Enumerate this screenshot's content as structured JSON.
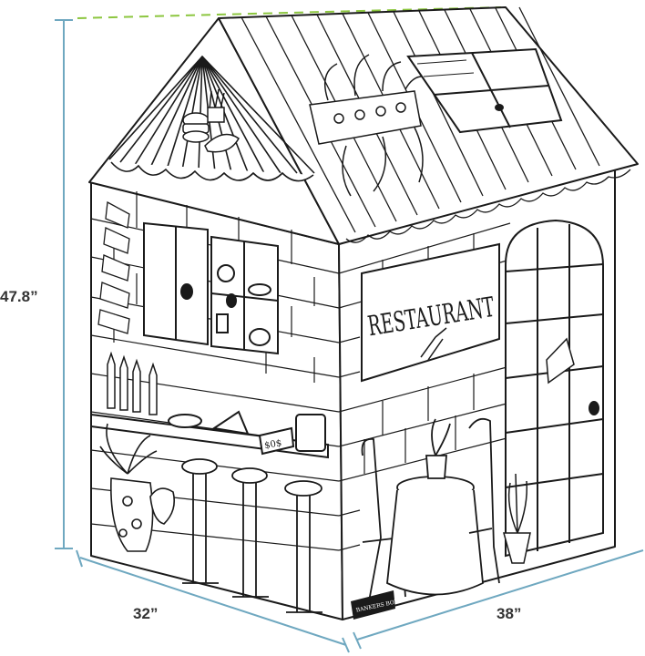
{
  "product": {
    "sign_text": "RESTAURANT",
    "price_tag_text": "$0$",
    "brand_text": "BANKERS BOX"
  },
  "dimensions": {
    "height": "47.8”",
    "depth": "32”",
    "width": "38”"
  },
  "colors": {
    "dimension_line": "#6fa8c0",
    "ridge_dash": "#8cc63f",
    "outline": "#1a1a1a"
  }
}
